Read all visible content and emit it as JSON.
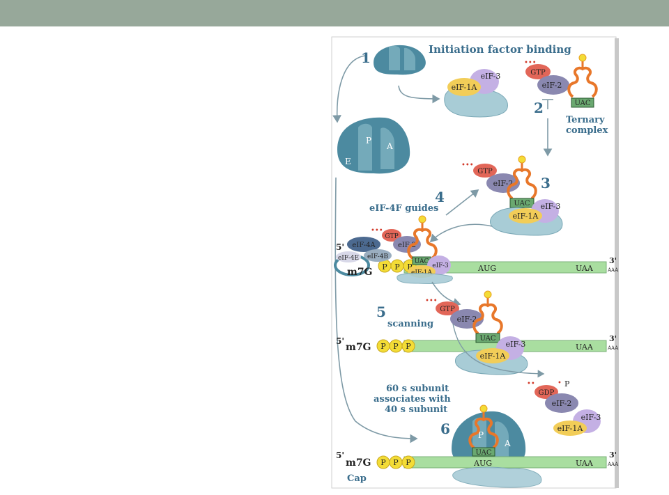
{
  "slide": {
    "header_color": "#97a89a"
  },
  "diagram": {
    "colors": {
      "ribosome": "#4c8aa0",
      "ribosome_light": "#8fc0cc",
      "mrna": "#a9dea0",
      "cap_yellow": "#f3dc36",
      "eif3": "#c4b0e4",
      "eif1a": "#f2cd58",
      "eif2": "#8a88b0",
      "gtp": "#e26658",
      "trna": "#e8772a",
      "title_blue": "#3a6d8c"
    },
    "steps": {
      "s1": "1",
      "s2": "2",
      "s3": "3",
      "s4": "4",
      "s5": "5",
      "s6": "6"
    },
    "titles": {
      "initiation": "Initiation factor binding",
      "ternary_1": "Ternary",
      "ternary_2": "complex",
      "eif4f": "eIF-4F guides",
      "scanning": "scanning",
      "sixty_1": "60 s subunit",
      "sixty_2": "associates with",
      "sixty_3": "40 s subunit",
      "cap": "Cap"
    },
    "factors": {
      "eif3": "eIF-3",
      "eif1a": "eIF-1A",
      "eif2": "eIF-2",
      "gtp": "GTP",
      "gdp": "GDP",
      "eif4a": "eIF-4A",
      "eif4b": "eIF-4B",
      "eif4e": "eIF-4E",
      "phosphates": "•••",
      "phos_two": "••",
      "phos_one": "•",
      "pi": "P"
    },
    "ribosome_sites": {
      "e": "E",
      "p": "P",
      "a": "A"
    },
    "mrna": {
      "five_prime": "5'",
      "three_prime": "3'",
      "m7g": "m7G",
      "p": "P",
      "start": "AUG",
      "stop": "UAA",
      "poly_a": "AAA",
      "anticodon": "UAC"
    }
  }
}
